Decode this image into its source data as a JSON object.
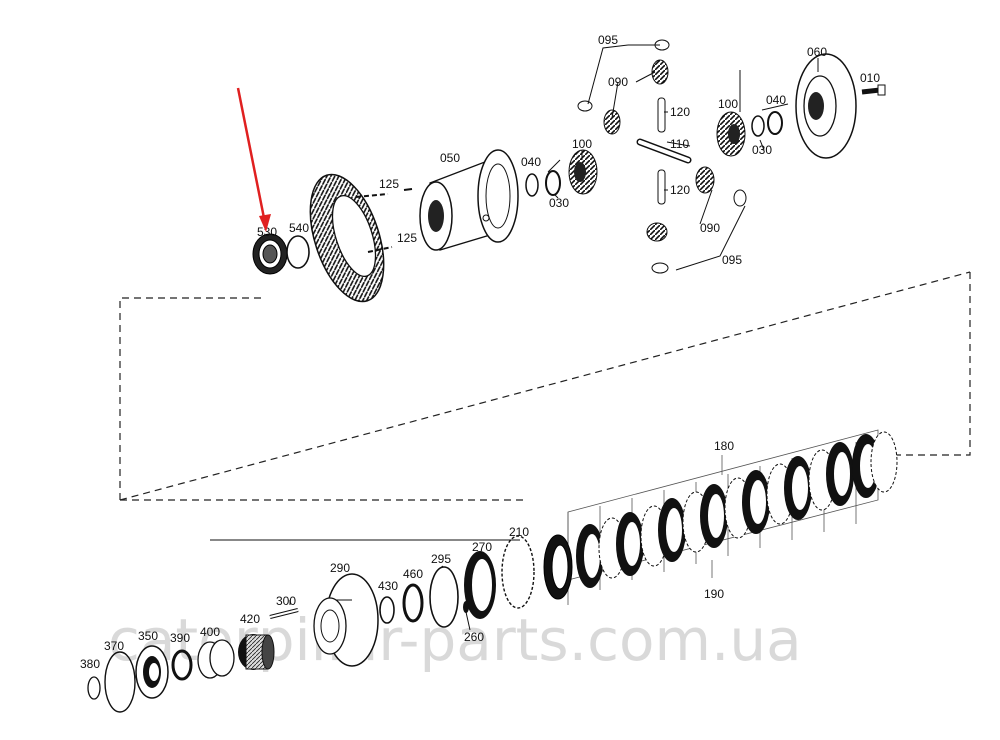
{
  "diagram": {
    "part_labels": {
      "p095a": "095",
      "p090a": "090",
      "p060": "060",
      "p010": "010",
      "p120a": "120",
      "p100a": "100",
      "p040a": "040",
      "p110": "110",
      "p030a": "030",
      "p050": "050",
      "p040b": "040",
      "p100b": "100",
      "p030b": "030",
      "p120b": "120",
      "p090b": "090",
      "p095b": "095",
      "p125a": "125",
      "p125b": "125",
      "p540": "540",
      "p530": "530",
      "p180": "180",
      "p190": "190",
      "p210": "210",
      "p270": "270",
      "p295": "295",
      "p460": "460",
      "p430": "430",
      "p290": "290",
      "p300": "300",
      "p420": "420",
      "p400": "400",
      "p390": "390",
      "p350": "350",
      "p370": "370",
      "p380": "380",
      "p260": "260"
    },
    "highlight_color": "#e02020",
    "watermark": "caterpillar-parts.com.ua"
  }
}
